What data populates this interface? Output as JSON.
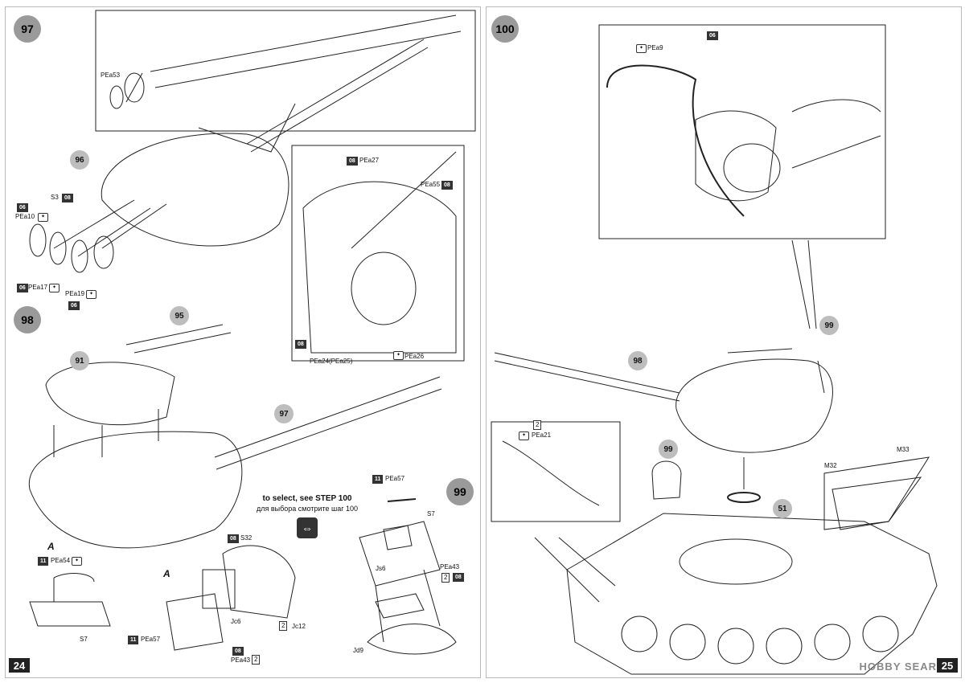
{
  "left_page": {
    "page_number": "24",
    "steps": [
      {
        "number": "97"
      },
      {
        "number": "98"
      },
      {
        "number": "99"
      }
    ],
    "callouts": [
      "96",
      "91",
      "95",
      "97"
    ],
    "parts": {
      "pea53": "PEa53",
      "pea10": "PEa10",
      "s3": "S3",
      "pea17": "PEa17",
      "pea19": "PEa19",
      "pea27": "PEa27",
      "pea55": "PEa55",
      "pea24": "PEa24(PEa25)",
      "pea26": "PEa26",
      "pea54": "PEa54",
      "s7a": "S7",
      "s32": "S32",
      "jc6": "Jc6",
      "jc12": "Jc12",
      "pea57a": "PEa57",
      "pea43a": "PEa43",
      "pea57b": "PEa57",
      "s7b": "S7",
      "js6": "Js6",
      "pea43b": "PEa43",
      "jd9": "Jd9"
    },
    "tags": {
      "t06": "06",
      "t08": "08",
      "t11": "11",
      "x2": "2"
    },
    "variant_label": "A",
    "select_note": {
      "en": "to select, see STEP 100",
      "ru": "для выбора смотрите шаг 100"
    }
  },
  "right_page": {
    "page_number": "25",
    "step": "100",
    "callouts": [
      "99",
      "98",
      "99",
      "51"
    ],
    "parts": {
      "pea9": "PEa9",
      "pea21": "PEa21",
      "m33": "M33",
      "m32": "M32"
    },
    "tags": {
      "t06": "06",
      "x2": "2"
    },
    "watermark": "HOBBY SEAR"
  },
  "colors": {
    "step_circle": "#9a9a9a",
    "tag_bg": "#333333",
    "line": "#222222"
  }
}
